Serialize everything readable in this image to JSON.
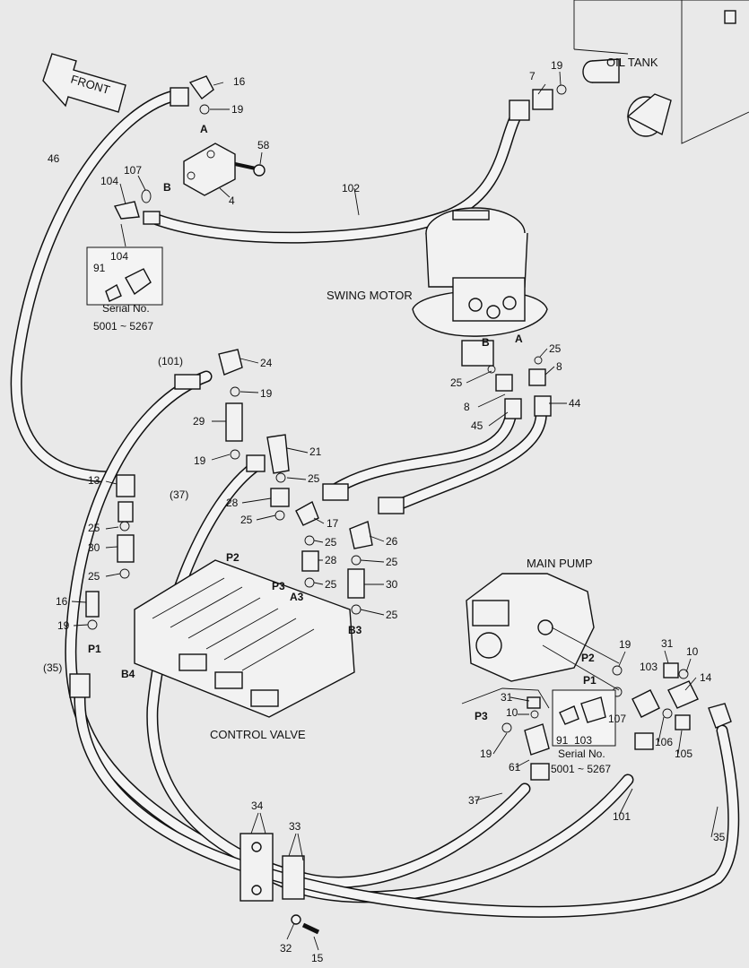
{
  "titles": {
    "oil_tank": "OIL TANK",
    "swing_motor": "SWING MOTOR",
    "main_pump": "MAIN PUMP",
    "control_valve": "CONTROL VALVE",
    "front": "FRONT"
  },
  "serial_boxes": [
    {
      "label": "Serial No.",
      "range": "5001 ~ 5267",
      "parts": [
        "104",
        "91"
      ]
    },
    {
      "label": "Serial No.",
      "range": "5001 ~ 5267",
      "parts": [
        "91",
        "103"
      ]
    }
  ],
  "ports": [
    "A",
    "B",
    "A",
    "B",
    "P2",
    "P3",
    "A3",
    "B3",
    "P1",
    "B4",
    "P2",
    "P1",
    "P3"
  ],
  "part_labels": [
    "16",
    "19",
    "58",
    "4",
    "107",
    "104",
    "46",
    "102",
    "7",
    "19",
    "24",
    "19",
    "29",
    "19",
    "21",
    "25",
    "28",
    "25",
    "17",
    "25",
    "28",
    "25",
    "26",
    "25",
    "30",
    "25",
    "13",
    "25",
    "30",
    "25",
    "16",
    "19",
    "(101)",
    "(37)",
    "(35)",
    "25",
    "8",
    "25",
    "8",
    "45",
    "44",
    "19",
    "31",
    "10",
    "103",
    "14",
    "107",
    "106",
    "105",
    "31",
    "10",
    "19",
    "61",
    "37",
    "101",
    "35",
    "34",
    "33",
    "32",
    "15"
  ],
  "colors": {
    "background": "#e9e9e9",
    "line": "#111111"
  }
}
